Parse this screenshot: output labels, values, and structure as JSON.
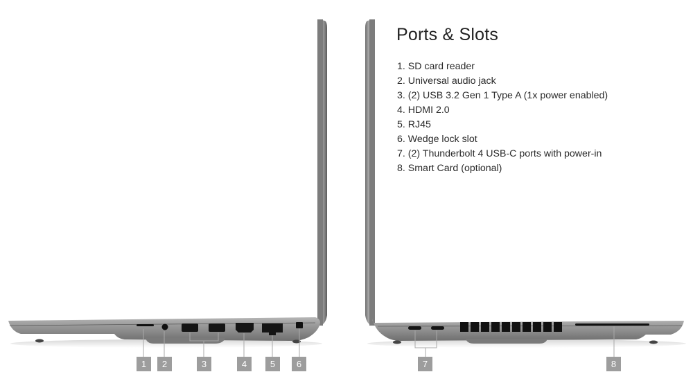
{
  "heading": "Ports & Slots",
  "ports": [
    {
      "number": "1",
      "label": "1. SD card reader"
    },
    {
      "number": "2",
      "label": "2. Universal audio jack"
    },
    {
      "number": "3",
      "label": "3. (2) USB 3.2 Gen 1 Type A (1x power enabled)"
    },
    {
      "number": "4",
      "label": "4. HDMI 2.0"
    },
    {
      "number": "5",
      "label": "5. RJ45"
    },
    {
      "number": "6",
      "label": "6. Wedge lock slot"
    },
    {
      "number": "7",
      "label": "7. (2) Thunderbolt 4 USB-C ports with power-in"
    },
    {
      "number": "8",
      "label": "8. Smart Card (optional)"
    }
  ],
  "callouts": {
    "left": [
      "1",
      "2",
      "3",
      "4",
      "5",
      "6"
    ],
    "right": [
      "7",
      "8"
    ]
  },
  "colors": {
    "chassis": "#8a8a8a",
    "callout_bg": "#9d9d9d",
    "text": "#222222"
  }
}
